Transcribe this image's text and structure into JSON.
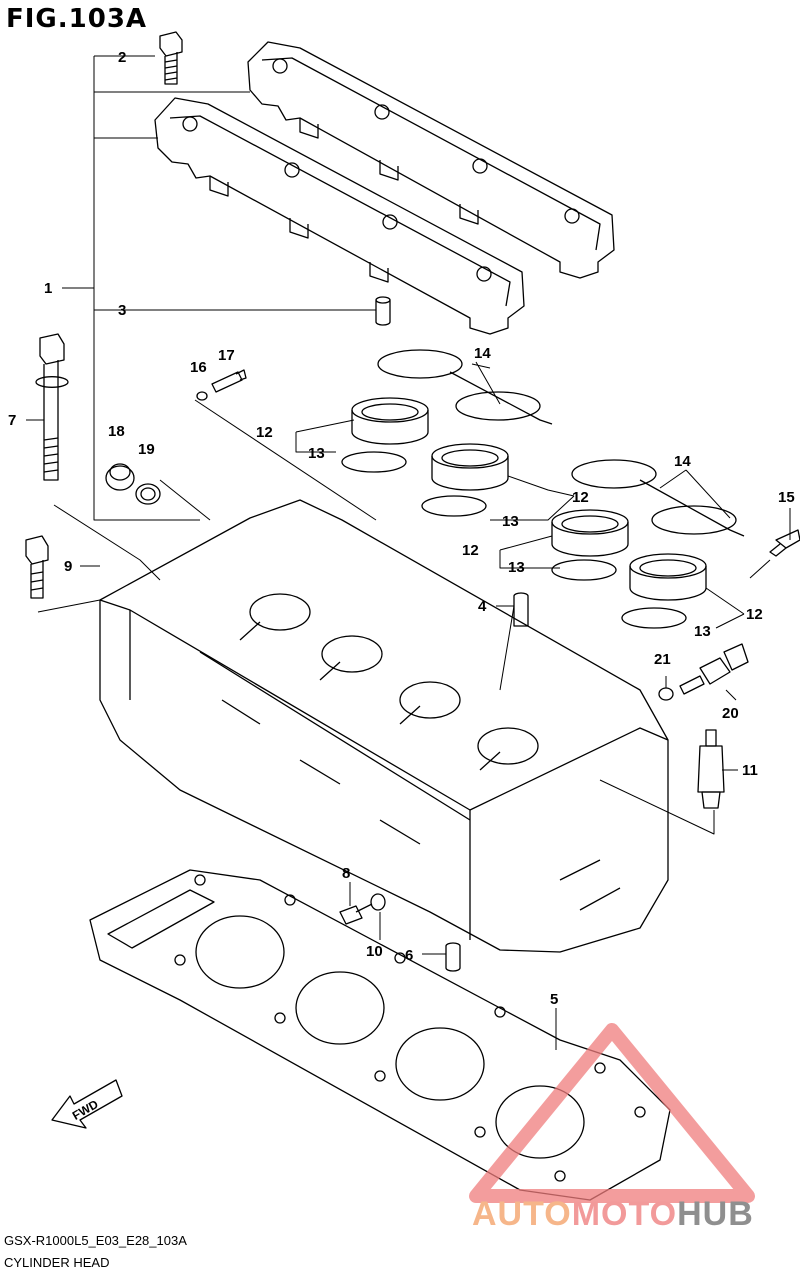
{
  "figure_title": "FIG.103A",
  "footer": {
    "code": "GSX-R1000L5_E03_E28_103A",
    "name": "CYLINDER HEAD"
  },
  "watermark": {
    "part1": "AUTO",
    "part2": "MOTO",
    "part3": "HUB",
    "colors": {
      "auto": "#f6b68a",
      "moto": "#f29a9a",
      "hub": "#8f8f8f",
      "triangle": "#ef7c7c"
    }
  },
  "fwd_label": "FWD",
  "callouts": [
    {
      "id": "c1",
      "label": "1"
    },
    {
      "id": "c2",
      "label": "2"
    },
    {
      "id": "c3",
      "label": "3"
    },
    {
      "id": "c4",
      "label": "4"
    },
    {
      "id": "c5",
      "label": "5"
    },
    {
      "id": "c6",
      "label": "6"
    },
    {
      "id": "c7",
      "label": "7"
    },
    {
      "id": "c8",
      "label": "8"
    },
    {
      "id": "c9",
      "label": "9"
    },
    {
      "id": "c10",
      "label": "10"
    },
    {
      "id": "c11",
      "label": "11"
    },
    {
      "id": "c12a",
      "label": "12"
    },
    {
      "id": "c12b",
      "label": "12"
    },
    {
      "id": "c12c",
      "label": "12"
    },
    {
      "id": "c12d",
      "label": "12"
    },
    {
      "id": "c13a",
      "label": "13"
    },
    {
      "id": "c13b",
      "label": "13"
    },
    {
      "id": "c13c",
      "label": "13"
    },
    {
      "id": "c13d",
      "label": "13"
    },
    {
      "id": "c14a",
      "label": "14"
    },
    {
      "id": "c14b",
      "label": "14"
    },
    {
      "id": "c15",
      "label": "15"
    },
    {
      "id": "c16",
      "label": "16"
    },
    {
      "id": "c17",
      "label": "17"
    },
    {
      "id": "c18",
      "label": "18"
    },
    {
      "id": "c19",
      "label": "19"
    },
    {
      "id": "c20",
      "label": "20"
    },
    {
      "id": "c21",
      "label": "21"
    }
  ]
}
